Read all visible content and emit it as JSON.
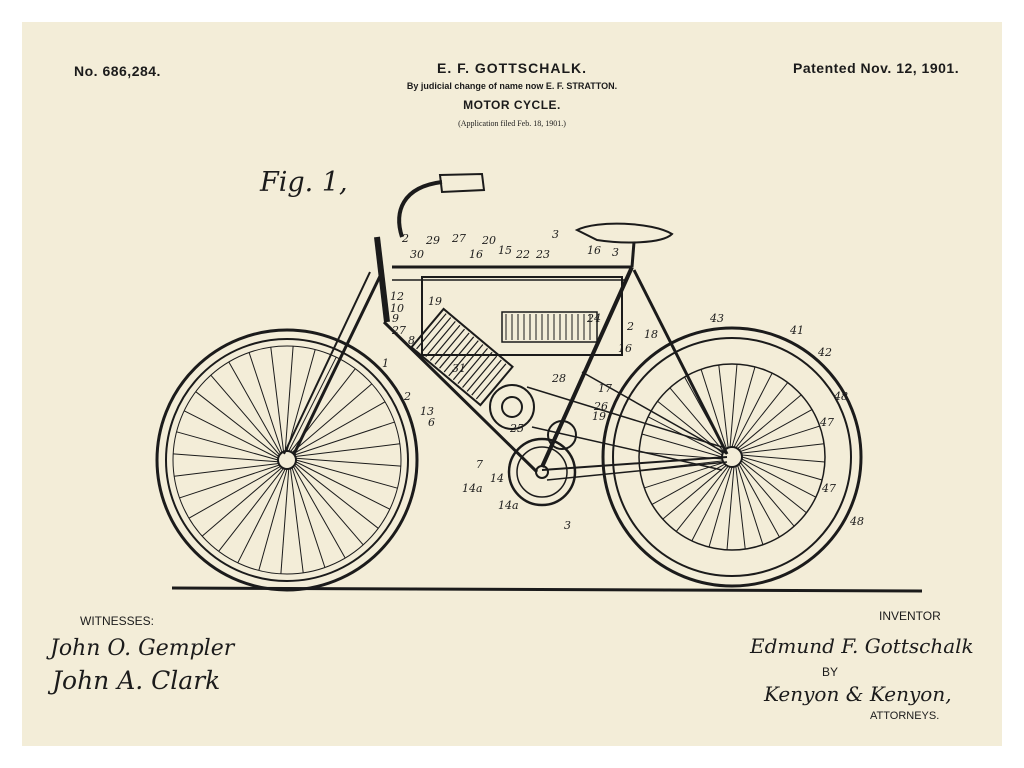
{
  "header": {
    "patent_number": "No. 686,284.",
    "patent_date": "Patented Nov. 12, 1901.",
    "inventor_name": "E. F. GOTTSCHALK.",
    "name_change": "By judicial change of name now E. F. STRATTON.",
    "title": "MOTOR CYCLE.",
    "application_filed": "(Application filed Feb. 18, 1901.)"
  },
  "figure": {
    "label": "Fig. 1,",
    "reference_numerals": [
      "2",
      "29",
      "27",
      "20",
      "3",
      "16",
      "3",
      "30",
      "16",
      "15",
      "22",
      "23",
      "19",
      "12",
      "10",
      "9",
      "27",
      "8",
      "24",
      "2",
      "18",
      "16",
      "43",
      "41",
      "42",
      "1",
      "31",
      "28",
      "17",
      "26",
      "19",
      "48",
      "47",
      "2",
      "13",
      "6",
      "25",
      "14",
      "7",
      "14a",
      "14a",
      "3",
      "47",
      "48"
    ]
  },
  "footer": {
    "witnesses_label": "WITNESSES:",
    "witness_signatures": [
      "John O. Gempler",
      "John A. Clark"
    ],
    "inventor_label": "INVENTOR",
    "inventor_signature": "Edmund F. Gottschalk",
    "by_label": "BY",
    "attorney_signature": "Kenyon & Kenyon,",
    "attorneys_label": "ATTORNEYS."
  },
  "colors": {
    "paper": "#f3edd8",
    "ink": "#1b1b1b"
  }
}
